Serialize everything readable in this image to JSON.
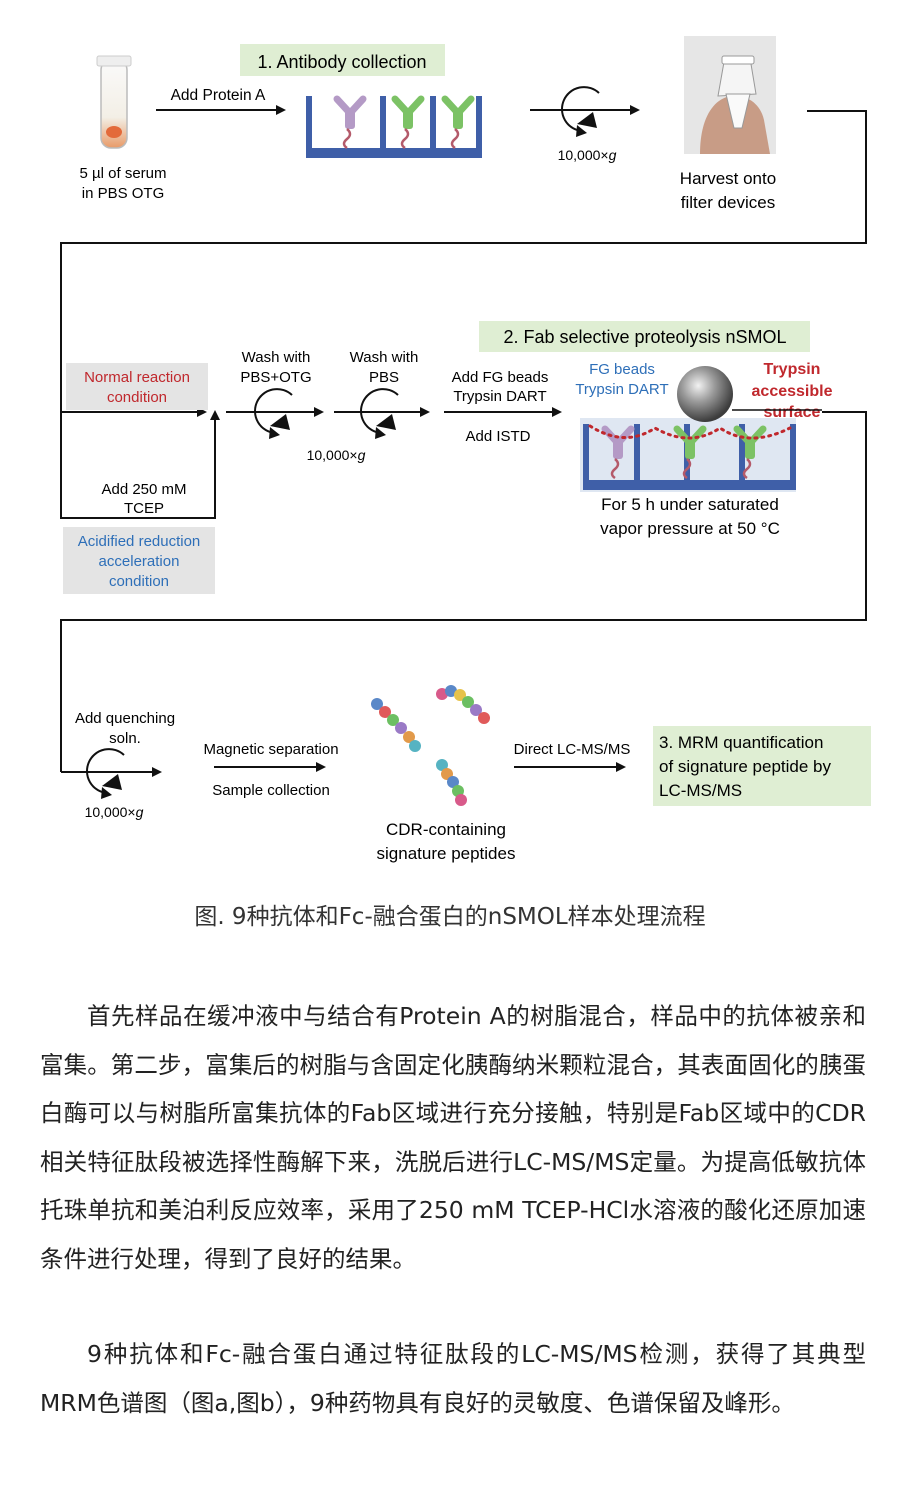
{
  "diagram": {
    "step1_title": "1. Antibody collection",
    "serum_line1": "5 µl of serum",
    "serum_line2": "in PBS OTG",
    "add_protein_a": "Add Protein A",
    "centrifuge_speed": "10,000×",
    "centrifuge_g": "g",
    "harvest_line1": "Harvest onto",
    "harvest_line2": "filter devices",
    "normal_line1": "Normal reaction",
    "normal_line2": "condition",
    "add_tcep_line1": "Add 250 mM",
    "add_tcep_line2": "TCEP",
    "acid_line1": "Acidified reduction",
    "acid_line2": "acceleration",
    "acid_line3": "condition",
    "wash1_line1": "Wash with",
    "wash1_line2": "PBS+OTG",
    "wash2_line1": "Wash with",
    "wash2_line2": "PBS",
    "add_fg_line1": "Add FG beads",
    "add_fg_line2": "Trypsin DART",
    "add_istd": "Add ISTD",
    "step2_title": "2. Fab selective proteolysis nSMOL",
    "fg_beads_line1": "FG beads",
    "fg_beads_line2": "Trypsin DART",
    "trypsin_line1": "Trypsin",
    "trypsin_line2": "accessible",
    "trypsin_line3": "surface",
    "cond_line1": "For 5 h under saturated",
    "cond_line2": "vapor pressure at 50 °C",
    "quench_line1": "Add quenching",
    "quench_line2": "soln.",
    "magnetic": "Magnetic separation",
    "sample_collection": "Sample collection",
    "cdr_line1": "CDR-containing",
    "cdr_line2": "signature peptides",
    "direct_lcms": "Direct LC-MS/MS",
    "step3_line1": "3. MRM quantification",
    "step3_line2": "of signature peptide by",
    "step3_line3": "LC-MS/MS",
    "colors": {
      "green_box": "#dfeed3",
      "gray_box": "#e4e4e4",
      "well_blue": "#3f5fa8",
      "red_text": "#c0282d",
      "blue_text": "#2e6fb8",
      "antibody_purple": "#b49ac6",
      "antibody_green": "#7cc265"
    }
  },
  "caption": "图. 9种抗体和Fc-融合蛋白的nSMOL样本处理流程",
  "paragraphs": [
    "首先样品在缓冲液中与结合有Protein  A的树脂混合，样品中的抗体被亲和富集。第二步，富集后的树脂与含固定化胰酶纳米颗粒混合，其表面固化的胰蛋白酶可以与树脂所富集抗体的Fab区域进行充分接触，特别是Fab区域中的CDR相关特征肽段被选择性酶解下来，洗脱后进行LC-MS/MS定量。为提高低敏抗体托珠单抗和美泊利反应效率，采用了250 mM TCEP-HCl水溶液的酸化还原加速条件进行处理，得到了良好的结果。",
    "9种抗体和Fc-融合蛋白通过特征肽段的LC-MS/MS检测，获得了其典型MRM色谱图（图a,图b），9种药物具有良好的灵敏度、色谱保留及峰形。"
  ]
}
